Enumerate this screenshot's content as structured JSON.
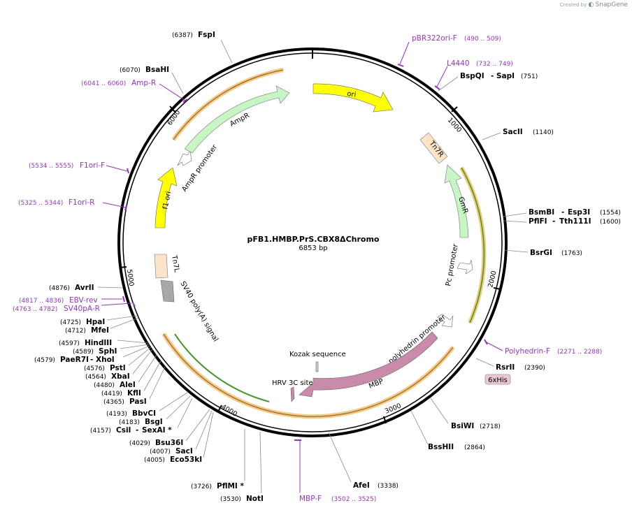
{
  "watermark": {
    "prefix": "Created by",
    "brand": "SnapGene"
  },
  "plasmid": {
    "name": "pFB1.HMBP.PrS.CBX8ΔChromo",
    "size_bp": 6853,
    "size_label": "6853 bp"
  },
  "ticks": [
    {
      "label": "1000",
      "pos": 1000
    },
    {
      "label": "2000",
      "pos": 2000
    },
    {
      "label": "3000",
      "pos": 3000
    },
    {
      "label": "4000",
      "pos": 4000
    },
    {
      "label": "5000",
      "pos": 5000
    },
    {
      "label": "6000",
      "pos": 6000
    }
  ],
  "sites": [
    {
      "name": "FspI",
      "pos": "(6387)",
      "kind": "enzyme"
    },
    {
      "name": "BsaHI",
      "pos": "(6070)",
      "kind": "enzyme"
    },
    {
      "name": "Amp-R",
      "pos": "(6041 .. 6060)",
      "kind": "primer"
    },
    {
      "name": "pBR322ori-F",
      "pos": "(490 .. 509)",
      "kind": "primer"
    },
    {
      "name": "L4440",
      "pos": "(732 .. 749)",
      "kind": "primer"
    },
    {
      "name": "BspQI",
      "name2": "SapI",
      "pos": "(751)",
      "kind": "enzyme"
    },
    {
      "name": "SacII",
      "pos": "(1140)",
      "kind": "enzyme"
    },
    {
      "name": "BsmBI",
      "name2": "Esp3I",
      "pos": "(1554)",
      "kind": "enzyme"
    },
    {
      "name": "PflFI",
      "name2": "Tth111I",
      "pos": "(1600)",
      "kind": "enzyme"
    },
    {
      "name": "BsrGI",
      "pos": "(1763)",
      "kind": "enzyme"
    },
    {
      "name": "Polyhedrin-F",
      "pos": "(2271 .. 2288)",
      "kind": "primer"
    },
    {
      "name": "RsrII",
      "pos": "(2390)",
      "kind": "enzyme"
    },
    {
      "name": "BsiWI",
      "pos": "(2718)",
      "kind": "enzyme"
    },
    {
      "name": "BssHII",
      "pos": "(2864)",
      "kind": "enzyme"
    },
    {
      "name": "AfeI",
      "pos": "(3338)",
      "kind": "enzyme"
    },
    {
      "name": "MBP-F",
      "pos": "(3502 .. 3525)",
      "kind": "primer"
    },
    {
      "name": "NotI",
      "pos": "(3530)",
      "kind": "enzyme"
    },
    {
      "name": "PflMI *",
      "pos": "(3726)",
      "kind": "enzyme"
    },
    {
      "name": "Eco53kI",
      "pos": "(4005)",
      "kind": "enzyme"
    },
    {
      "name": "SacI",
      "pos": "(4007)",
      "kind": "enzyme"
    },
    {
      "name": "Bsu36I",
      "pos": "(4029)",
      "kind": "enzyme"
    },
    {
      "name": "CsiI",
      "name2": "SexAI *",
      "pos": "(4157)",
      "kind": "enzyme"
    },
    {
      "name": "BsgI",
      "pos": "(4183)",
      "kind": "enzyme"
    },
    {
      "name": "BbvCI",
      "pos": "(4193)",
      "kind": "enzyme"
    },
    {
      "name": "PasI",
      "pos": "(4365)",
      "kind": "enzyme"
    },
    {
      "name": "KflI",
      "pos": "(4419)",
      "kind": "enzyme"
    },
    {
      "name": "AleI",
      "pos": "(4480)",
      "kind": "enzyme"
    },
    {
      "name": "XbaI",
      "pos": "(4564)",
      "kind": "enzyme"
    },
    {
      "name": "PstI",
      "pos": "(4576)",
      "kind": "enzyme"
    },
    {
      "name": "PaeR7I",
      "name2": "XhoI",
      "pos": "(4579)",
      "kind": "enzyme"
    },
    {
      "name": "SphI",
      "pos": "(4589)",
      "kind": "enzyme"
    },
    {
      "name": "HindIII",
      "pos": "(4597)",
      "kind": "enzyme"
    },
    {
      "name": "MfeI",
      "pos": "(4712)",
      "kind": "enzyme"
    },
    {
      "name": "HpaI",
      "pos": "(4725)",
      "kind": "enzyme"
    },
    {
      "name": "SV40pA-R",
      "pos": "(4763 .. 4782)",
      "kind": "primer"
    },
    {
      "name": "EBV-rev",
      "pos": "(4817 .. 4836)",
      "kind": "primer"
    },
    {
      "name": "AvrII",
      "pos": "(4876)",
      "kind": "enzyme"
    },
    {
      "name": "F1ori-R",
      "pos": "(5325 .. 5344)",
      "kind": "primer"
    },
    {
      "name": "F1ori-F",
      "pos": "(5534 .. 5555)",
      "kind": "primer"
    }
  ],
  "features": [
    {
      "name": "ori",
      "color": "#ffff00"
    },
    {
      "name": "Tn7R",
      "color": "#fde3c8"
    },
    {
      "name": "GmR",
      "color": "#c7f5c4"
    },
    {
      "name": "Pc promoter",
      "color": "#ffffff"
    },
    {
      "name": "polyhedrin promoter",
      "color": "#ffffff"
    },
    {
      "name": "MBP",
      "color": "#c98ba9"
    },
    {
      "name": "HRV 3C site",
      "color": "#c98ba9"
    },
    {
      "name": "Kozak sequence",
      "color": "#cccccc"
    },
    {
      "name": "SV40 poly(A) signal",
      "color": "#a8a8a8"
    },
    {
      "name": "Tn7L",
      "color": "#fde3c8"
    },
    {
      "name": "f1 ori",
      "color": "#ffff00"
    },
    {
      "name": "AmpR promoter",
      "color": "#ffffff"
    },
    {
      "name": "AmpR",
      "color": "#c7f5c4"
    }
  ],
  "tag_badge": "6xHis",
  "colors": {
    "primer": "#9b30d0",
    "orf_highlight": "#f5c77e",
    "orf_line": "#3a9a1a",
    "backbone": "#000000"
  }
}
